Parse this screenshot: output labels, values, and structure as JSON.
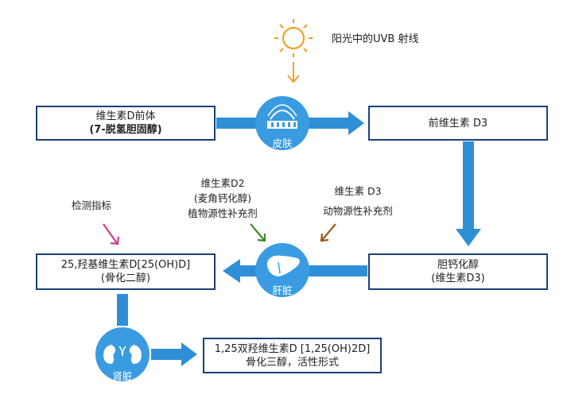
{
  "sun": {
    "label": "阳光中的UVB 射线",
    "icon": "sun-icon"
  },
  "skin": {
    "label": "皮肤",
    "icon": "skin-icon"
  },
  "liver": {
    "label": "肝脏",
    "icon": "liver-icon"
  },
  "kidney": {
    "label": "肾脏",
    "icon": "kidney-icon"
  },
  "boxes": {
    "precursor": {
      "line1": "维生素D前体",
      "line2": "(7-脱氢胆固醇)"
    },
    "pre_d3": {
      "line1": "前维生素 D3"
    },
    "cholecalciferol": {
      "line1": "胆钙化醇",
      "line2": "(维生素D3)"
    },
    "calcidiol": {
      "line1": "25,羟基维生素D[25(OH)D]",
      "line2": "(骨化二醇)"
    },
    "calcitriol": {
      "line1": "1,25双羟维生素D [1,25(OH)2D]",
      "line2": "骨化三醇，活性形式"
    }
  },
  "supplements": {
    "d2": {
      "line1": "维生素D2",
      "line2": "(麦角钙化醇)",
      "line3": "植物源性补充剂"
    },
    "d3": {
      "line1": "维生素 D3",
      "line2": "动物源性补充剂"
    }
  },
  "indicator": {
    "label": "检测指标"
  },
  "colors": {
    "flow_blue": "#2f8fd6",
    "circle_blue": "#3a9be0",
    "box_border": "#1d3f7a",
    "sun_orange": "#f4a02a",
    "pink": "#d63a8c",
    "green": "#3f8a2c",
    "brown": "#9a5a1c"
  }
}
